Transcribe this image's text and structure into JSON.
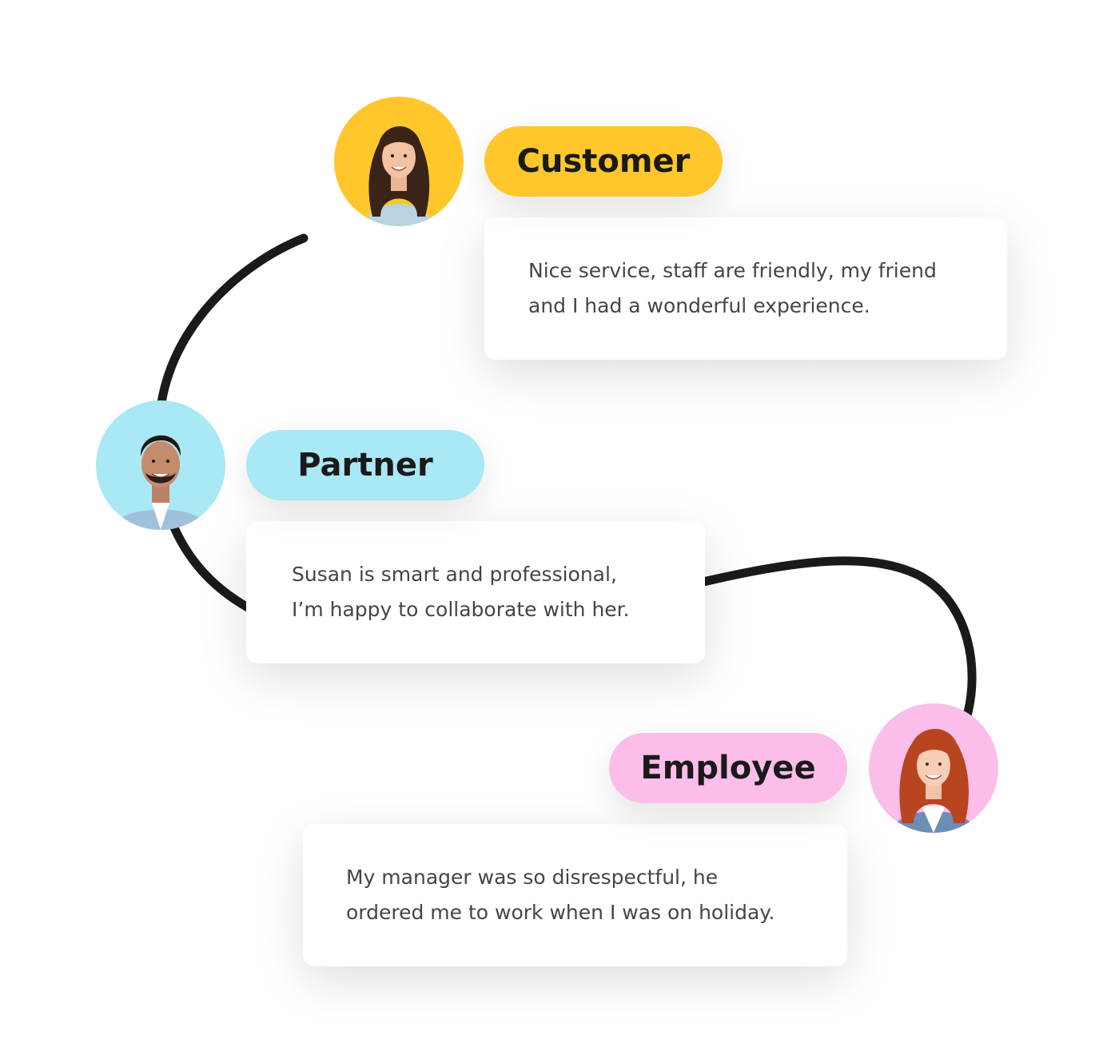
{
  "colors": {
    "customer_accent": "#FFC72C",
    "partner_accent": "#A9E8F5",
    "employee_accent": "#FBBDEA",
    "connector_line": "#1a1a1a",
    "card_text": "#454545",
    "label_text": "#1a1a1a"
  },
  "testimonials": [
    {
      "label": "Customer",
      "avatar_icon": "woman-brown-hair-avatar-icon",
      "quote_lines": [
        "Nice service, staff are friendly, my friend",
        "and I had a wonderful experience."
      ]
    },
    {
      "label": "Partner",
      "avatar_icon": "man-smiling-avatar-icon",
      "quote_lines": [
        "Susan is smart and professional,",
        "I’m happy to collaborate with her."
      ]
    },
    {
      "label": "Employee",
      "avatar_icon": "woman-red-hair-avatar-icon",
      "quote_lines": [
        "My manager was so disrespectful, he",
        "ordered me to work when I was on holiday."
      ]
    }
  ]
}
